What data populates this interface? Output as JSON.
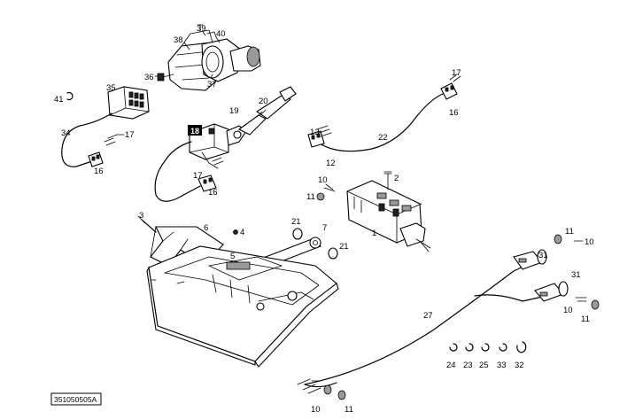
{
  "drawing": {
    "reference_code": "351050505A",
    "highlighted_callout": "18"
  },
  "callouts": {
    "c1": "1",
    "c2": "2",
    "c3": "3",
    "c4": "4",
    "c5": "5",
    "c6": "6",
    "c7": "7",
    "c10a": "10",
    "c10b": "10",
    "c10c": "10",
    "c10d": "10",
    "c11a": "11",
    "c11b": "11",
    "c11c": "11",
    "c11d": "11",
    "c12": "12",
    "c13": "13",
    "c16a": "16",
    "c16b": "16",
    "c16c": "16",
    "c17a": "17",
    "c17b": "17",
    "c17c": "17",
    "c19": "19",
    "c20": "20",
    "c21a": "21",
    "c21b": "21",
    "c22": "22",
    "c23": "23",
    "c24": "24",
    "c25": "25",
    "c27": "27",
    "c31a": "31",
    "c31b": "31",
    "c32": "32",
    "c33": "33",
    "c34": "34",
    "c35": "35",
    "c36": "36",
    "c37": "37",
    "c38": "38",
    "c39": "39",
    "c40": "40",
    "c41": "41"
  }
}
